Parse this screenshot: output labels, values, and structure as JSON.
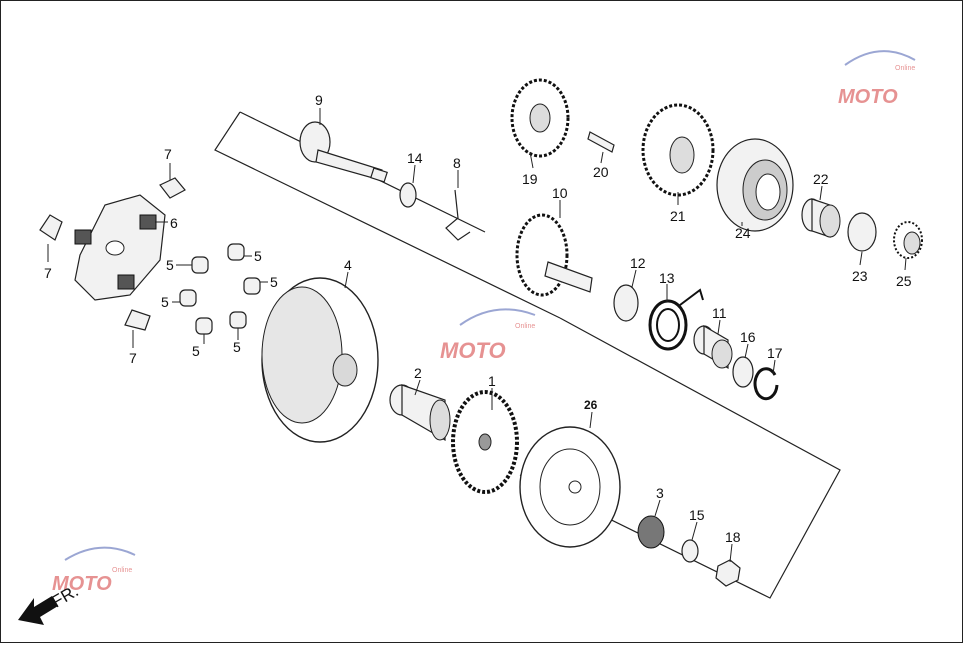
{
  "diagram": {
    "labels": {
      "p1": "1",
      "p2": "2",
      "p3": "3",
      "p4": "4",
      "p5a": "5",
      "p5b": "5",
      "p5c": "5",
      "p5d": "5",
      "p5e": "5",
      "p6": "6",
      "p7a": "7",
      "p7b": "7",
      "p7c": "7",
      "p8": "8",
      "p9": "9",
      "p10": "10",
      "p11": "11",
      "p12": "12",
      "p13": "13",
      "p14": "14",
      "p15": "15",
      "p16": "16",
      "p17": "17",
      "p18": "18",
      "p19": "19",
      "p20": "20",
      "p21": "21",
      "p22": "22",
      "p23": "23",
      "p24": "24",
      "p25": "25",
      "p26": "26"
    },
    "direction_label": "FR.",
    "watermark": {
      "text": "MOTO",
      "suffix": "Online"
    },
    "colors": {
      "line": "#222222",
      "watermark_red": "#d23a3a",
      "watermark_blue": "#4a5fb0"
    }
  }
}
